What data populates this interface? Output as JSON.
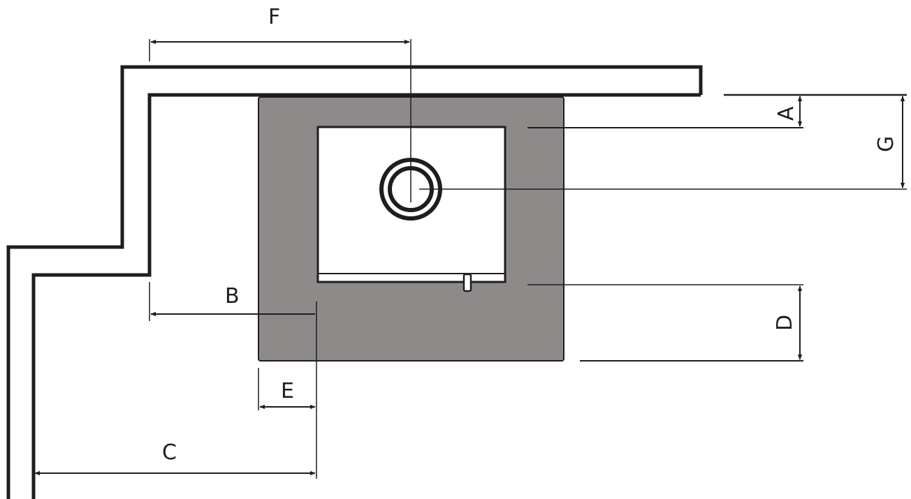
{
  "diagram": {
    "labels": {
      "a": "A",
      "b": "B",
      "c": "C",
      "d": "D",
      "e": "E",
      "f": "F",
      "g": "G"
    },
    "colors": {
      "stroke": "#1e1e1e",
      "stove_body": "#8e8a8a",
      "firebox": "#ffffff",
      "background": "#ffffff"
    }
  }
}
